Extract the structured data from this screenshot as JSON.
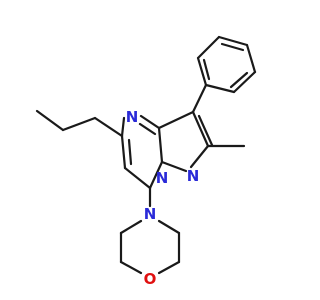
{
  "molecule": {
    "atoms": [
      {
        "label": "N",
        "color": "#2a2ad8"
      },
      {
        "label": "N",
        "color": "#2a2ad8"
      },
      {
        "label": "N",
        "color": "#2a2ad8"
      },
      {
        "label": "N",
        "color": "#2a2ad8"
      },
      {
        "label": "O",
        "color": "#e01010"
      }
    ]
  }
}
